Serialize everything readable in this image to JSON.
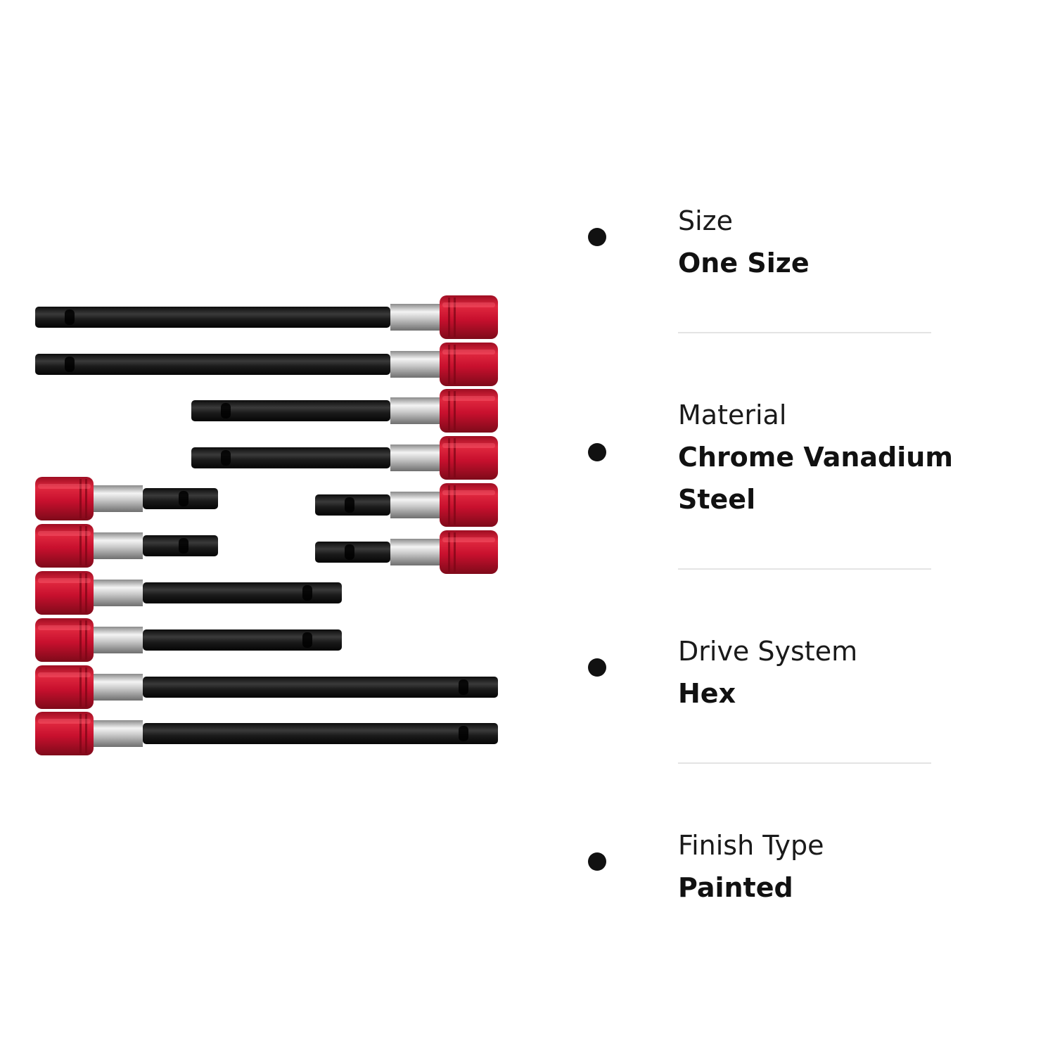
{
  "specs": [
    {
      "label": "Size",
      "value": "One Size"
    },
    {
      "label": "Material",
      "value": "Chrome Vanadium Steel"
    },
    {
      "label": "Drive System",
      "value": "Hex"
    },
    {
      "label": "Finish Type",
      "value": "Painted"
    }
  ],
  "colors": {
    "collet_red": "#c8102e",
    "shaft_black": "#1b1b1b",
    "sleeve_silver": "#d6d6d6",
    "bullet": "#111111",
    "divider": "#e4e4e4"
  }
}
